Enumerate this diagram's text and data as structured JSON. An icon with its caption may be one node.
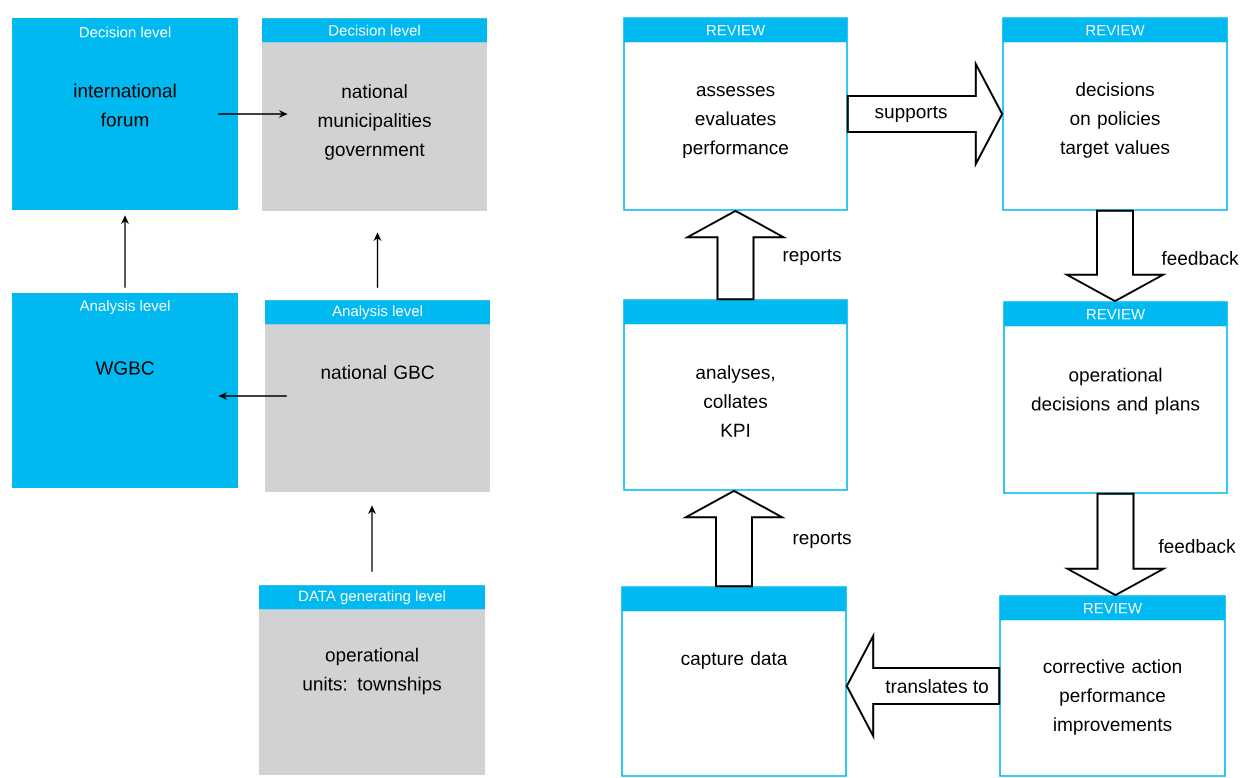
{
  "diagram": {
    "nodes": [
      {
        "text": [
          "Decision level",
          "international forum"
        ]
      },
      {
        "text": [
          "Decision level",
          "national municipalities government"
        ]
      },
      {
        "text": [
          "Analysis level",
          "WGBC"
        ]
      },
      {
        "text": [
          "Analysis level",
          "national GBC"
        ]
      },
      {
        "text": [
          "DATA generating level",
          "operational units: townships"
        ]
      },
      {
        "text": [
          "REVIEW",
          "assesses evaluates performance"
        ]
      },
      {
        "text": [
          "REVIEW",
          "decisions on policies target values"
        ]
      },
      {
        "text": [
          "analyses, collates KPI"
        ]
      },
      {
        "text": [
          "REVIEW",
          "operational decisions and plans"
        ]
      },
      {
        "text": [
          "capture data"
        ]
      },
      {
        "text": [
          "REVIEW",
          "corrective action performance improvements"
        ]
      }
    ],
    "edges": [
      {
        "from": 0,
        "to": 1,
        "arrow": "to"
      },
      {
        "from": 2,
        "to": 0,
        "arrow": "to"
      },
      {
        "from": 3,
        "to": 1,
        "arrow": "to"
      },
      {
        "from": 3,
        "to": 2,
        "arrow": "to"
      },
      {
        "from": 4,
        "to": 3,
        "arrow": "to"
      },
      {
        "from": 5,
        "to": 6,
        "arrow": "to",
        "label": "supports",
        "style": "thick"
      },
      {
        "from": 7,
        "to": 5,
        "arrow": "to",
        "label": "reports",
        "style": "thick"
      },
      {
        "from": 9,
        "to": 7,
        "arrow": "to",
        "label": "reports",
        "style": "thick"
      },
      {
        "from": 6,
        "to": 8,
        "arrow": "to",
        "label": "feedback",
        "style": "thick"
      },
      {
        "from": 8,
        "to": 10,
        "arrow": "to",
        "label": "feedback",
        "style": "thick"
      },
      {
        "from": 10,
        "to": 9,
        "arrow": "to",
        "label": "translates to",
        "style": "thick"
      }
    ]
  }
}
